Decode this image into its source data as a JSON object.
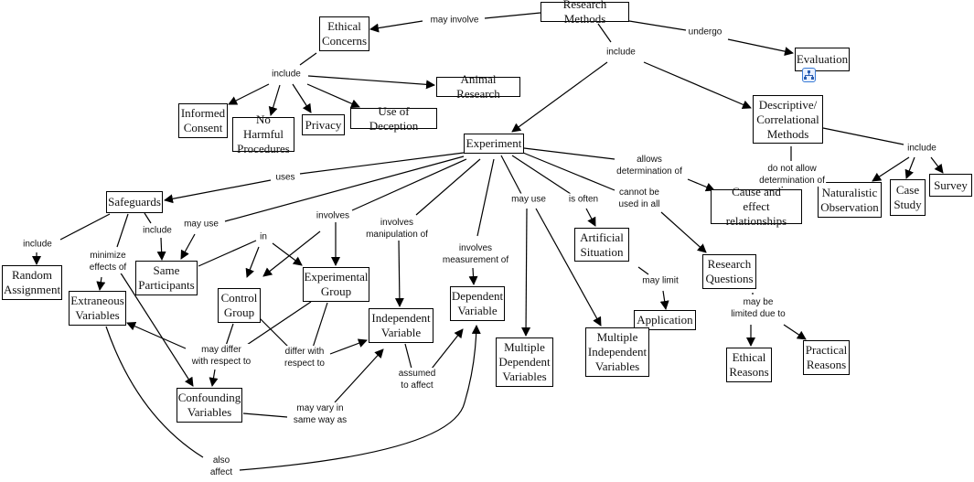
{
  "nodes": [
    {
      "label": "Research Methods"
    },
    {
      "label": "Ethical\nConcerns"
    },
    {
      "label": "Evaluation"
    },
    {
      "label": "Animal Research"
    },
    {
      "label": "Informed\nConsent"
    },
    {
      "label": "No Harmful\nProcedures"
    },
    {
      "label": "Privacy"
    },
    {
      "label": "Use of Deception"
    },
    {
      "label": "Experiment"
    },
    {
      "label": "Descriptive/\nCorrelational\nMethods"
    },
    {
      "label": "Cause and\neffect relationships"
    },
    {
      "label": "Naturalistic\nObservation"
    },
    {
      "label": "Case\nStudy"
    },
    {
      "label": "Survey"
    },
    {
      "label": "Safeguards"
    },
    {
      "label": "Random\nAssignment"
    },
    {
      "label": "Same\nParticipants"
    },
    {
      "label": "Extraneous\nVariables"
    },
    {
      "label": "Control\nGroup"
    },
    {
      "label": "Experimental\nGroup"
    },
    {
      "label": "Independent\nVariable"
    },
    {
      "label": "Dependent\nVariable"
    },
    {
      "label": "Confounding\nVariables"
    },
    {
      "label": "Artificial\nSituation"
    },
    {
      "label": "Research\nQuestions"
    },
    {
      "label": "Application"
    },
    {
      "label": "Multiple\nDependent\nVariables"
    },
    {
      "label": "Multiple\nIndependent\nVariables"
    },
    {
      "label": "Ethical\nReasons"
    },
    {
      "label": "Practical\nReasons"
    }
  ],
  "links": [
    {
      "label": "may involve"
    },
    {
      "label": "undergo"
    },
    {
      "label": "include"
    },
    {
      "label": "include"
    },
    {
      "label": "uses"
    },
    {
      "label": "may use"
    },
    {
      "label": "involves"
    },
    {
      "label": "involves\nmanipulation of"
    },
    {
      "label": "involves\nmeasurement of"
    },
    {
      "label": "may use"
    },
    {
      "label": "is often"
    },
    {
      "label": "cannot be\nused in all"
    },
    {
      "label": "allows\ndetermination of"
    },
    {
      "label": "do not allow\ndetermination of"
    },
    {
      "label": "include"
    },
    {
      "label": "include"
    },
    {
      "label": "include"
    },
    {
      "label": "minimize\neffects of"
    },
    {
      "label": "in"
    },
    {
      "label": "may limit"
    },
    {
      "label": "may be\nlimited due to"
    },
    {
      "label": "may differ\nwith respect to"
    },
    {
      "label": "differ with\nrespect to"
    },
    {
      "label": "assumed\nto affect"
    },
    {
      "label": "may vary in\nsame way as"
    },
    {
      "label": "also\naffect"
    }
  ],
  "evaluation_icon": "submap-icon",
  "colors": {
    "line": "#000000",
    "icon": "#3a7bd5"
  }
}
